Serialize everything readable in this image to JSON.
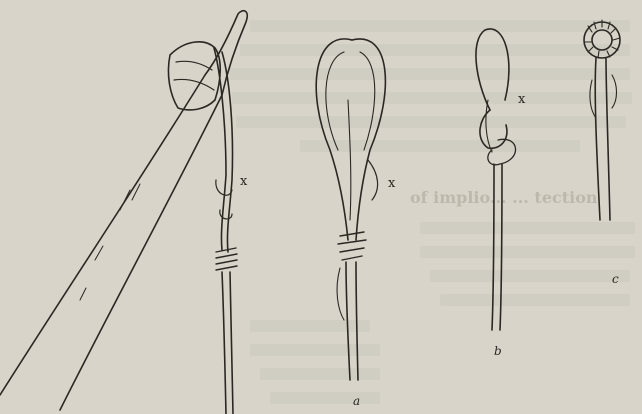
{
  "figure": {
    "bleed_heading": "of implio... ... tection",
    "labels": {
      "x_main": "x",
      "x_a": "x",
      "x_b": "x",
      "a": "a",
      "b": "b",
      "c": "c"
    }
  }
}
